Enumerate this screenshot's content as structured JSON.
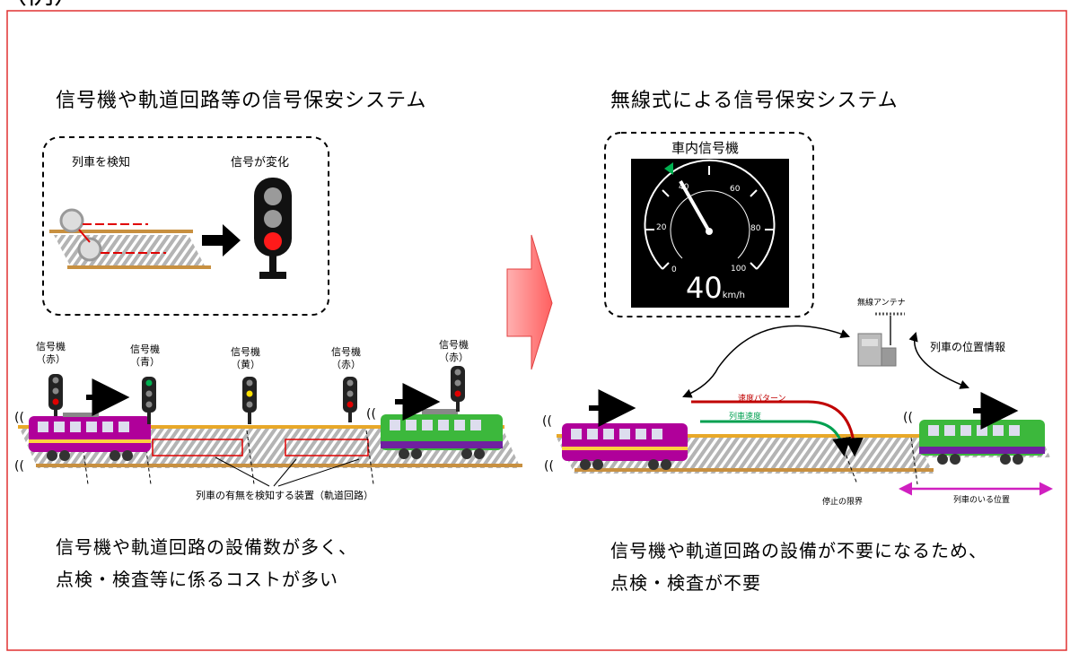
{
  "header_fragment": "（例）",
  "left": {
    "title": "信号機や軌道回路等の信号保安システム",
    "inset": {
      "detect_label": "列車を検知",
      "change_label": "信号が変化"
    },
    "signals": [
      {
        "line1": "信号機",
        "line2": "（赤）",
        "color": "#e00000"
      },
      {
        "line1": "信号機",
        "line2": "（青）",
        "color": "#00b050"
      },
      {
        "line1": "信号機",
        "line2": "（黄）",
        "color": "#ffe000"
      },
      {
        "line1": "信号機",
        "line2": "（赤）",
        "color": "#e00000"
      },
      {
        "line1": "信号機",
        "line2": "（赤）",
        "color": "#e00000"
      }
    ],
    "device_label": "列車の有無を検知する装置（軌道回路）",
    "caption_line1": "信号機や軌道回路の設備数が多く、",
    "caption_line2": "点検・検査等に係るコストが多い"
  },
  "right": {
    "title": "無線式による信号保安システム",
    "cab_signal": {
      "title": "車内信号機",
      "ticks": [
        "0",
        "20",
        "40",
        "60",
        "80",
        "100"
      ],
      "speed": "40",
      "unit": "km/h"
    },
    "antenna_label": "無線アンテナ",
    "position_info_label": "列車の位置情報",
    "speed_pattern_label": "速度パターン",
    "train_speed_label": "列車速度",
    "stop_limit_label": "停止の限界",
    "train_position_label": "列車のいる位置",
    "caption_line1": "信号機や軌道回路の設備が不要になるため、",
    "caption_line2": "点検・検査が不要"
  },
  "colors": {
    "frame": "#e03030",
    "arrow_fill": "#ff8080",
    "train_purple": "#b0009a",
    "train_green": "#3cb83c",
    "pattern_red": "#c00000",
    "speed_green": "#00a050",
    "position_magenta": "#d020c0"
  }
}
